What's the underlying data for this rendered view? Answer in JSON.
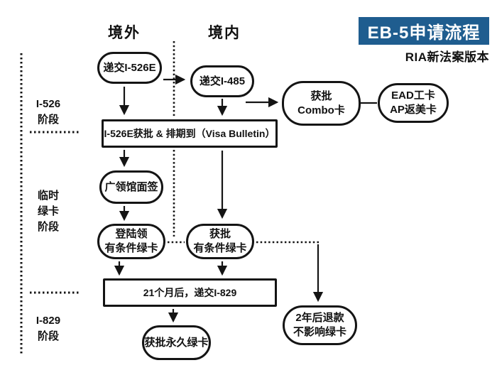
{
  "header": {
    "title": "EB-5申请流程",
    "subtitle": "RIA新法案版本",
    "accent_color": "#1f5d8f"
  },
  "columns": {
    "overseas": "境外",
    "domestic": "境内"
  },
  "stages": [
    {
      "lines": [
        "I-526",
        "阶段"
      ]
    },
    {
      "lines": [
        "临时",
        "绿卡",
        "阶段"
      ]
    },
    {
      "lines": [
        "I-829",
        "阶段"
      ]
    }
  ],
  "nodes": {
    "submit_i526e": {
      "lines": [
        "递交I-526E"
      ]
    },
    "submit_i485": {
      "lines": [
        "递交I-485"
      ]
    },
    "combo_card": {
      "lines": [
        "获批",
        "Combo卡"
      ]
    },
    "ead_card": {
      "lines": [
        "EAD工卡",
        "AP返美卡"
      ]
    },
    "visa_bulletin": {
      "lines": [
        "I-526E获批 & 排期到（Visa Bulletin）"
      ]
    },
    "consulate_interview": {
      "lines": [
        "广领馆面签"
      ]
    },
    "landing_green_card": {
      "lines": [
        "登陆领",
        "有条件绿卡"
      ]
    },
    "conditional_green_card": {
      "lines": [
        "获批",
        "有条件绿卡"
      ]
    },
    "submit_i829": {
      "lines": [
        "21个月后，递交I-829"
      ]
    },
    "permanent_green_card": {
      "lines": [
        "获批永久绿卡"
      ]
    },
    "refund": {
      "lines": [
        "2年后退款",
        "不影响绿卡"
      ]
    }
  },
  "line_color": "#141414"
}
